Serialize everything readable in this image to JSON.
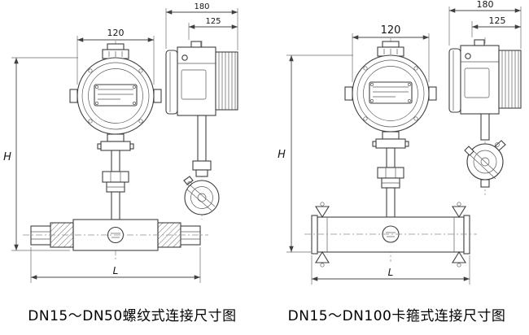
{
  "meta": {
    "background": "#ffffff",
    "line_color": "#3f3f3f",
    "text_color": "#161616"
  },
  "panels": {
    "left": {
      "caption": "DN15～DN50螺纹式连接尺寸图",
      "dims": {
        "head_width": "120",
        "side_depth": "180",
        "side_body_depth": "125",
        "height": "H",
        "length": "L"
      }
    },
    "right": {
      "caption": "DN15～DN100卡箍式连接尺寸图",
      "dims": {
        "head_width": "120",
        "side_depth": "180",
        "side_body_depth": "125",
        "height": "H",
        "length": "L"
      }
    }
  }
}
